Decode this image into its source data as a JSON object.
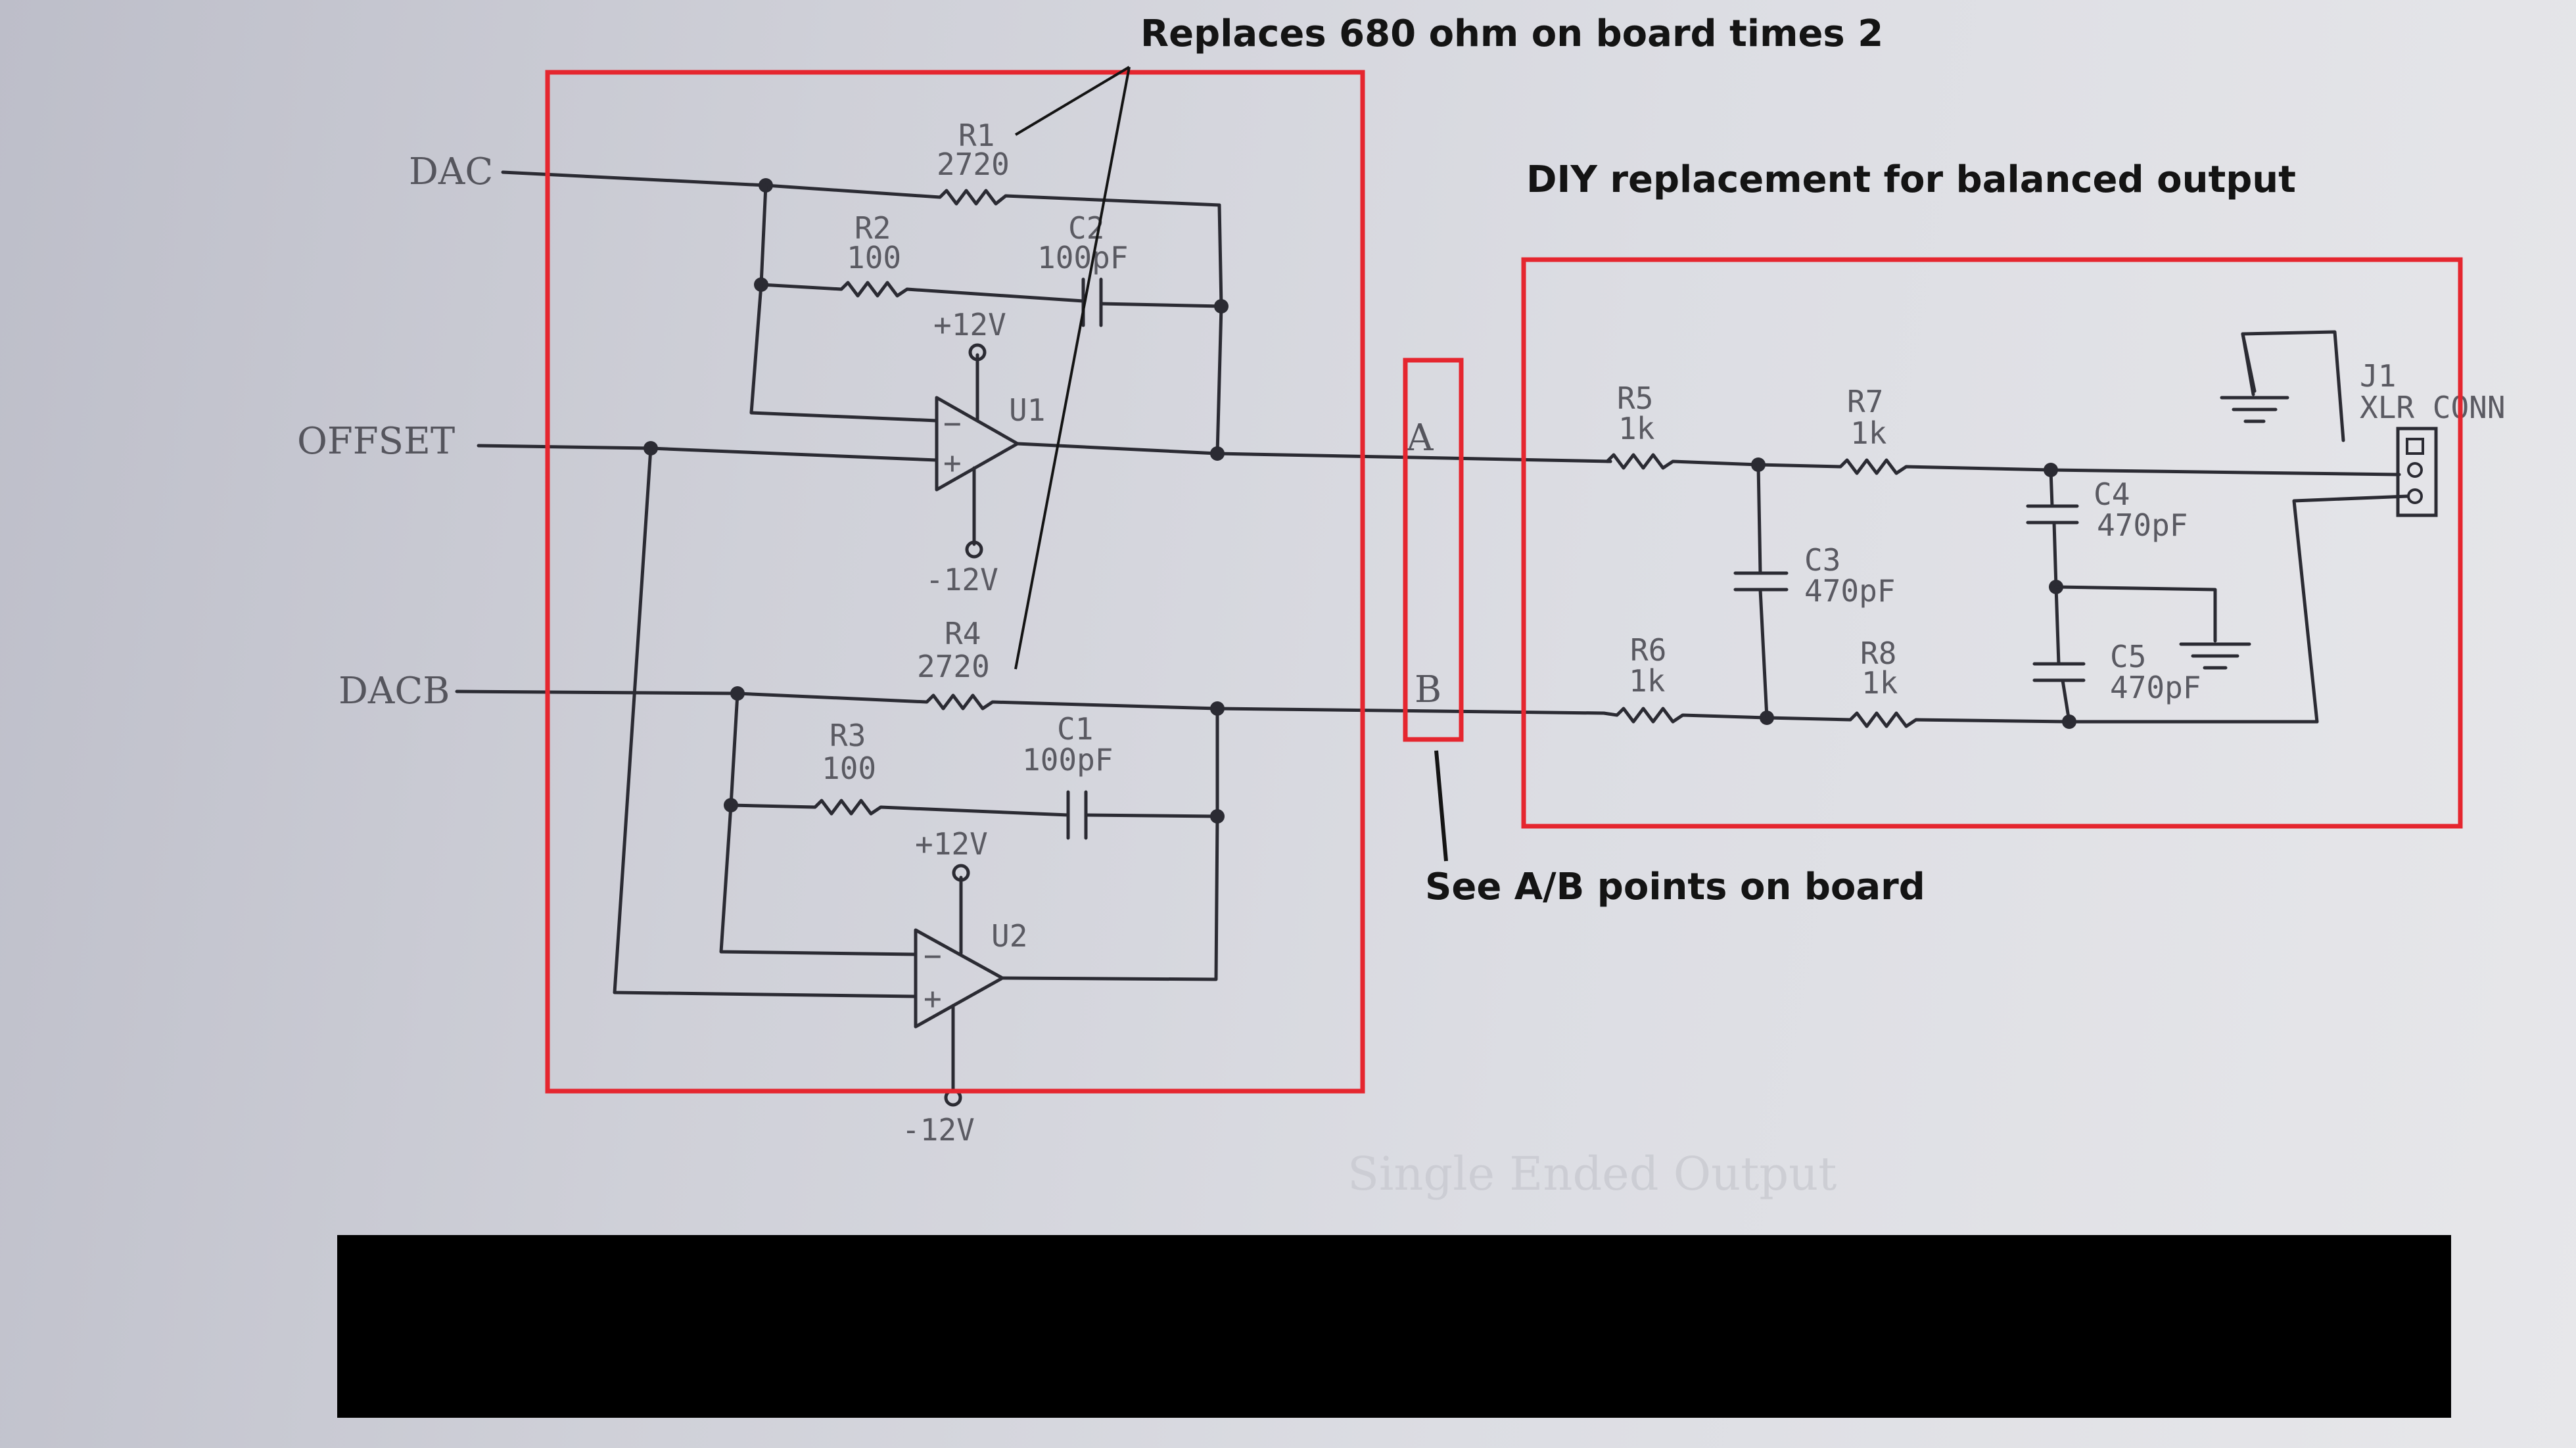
{
  "annotations": {
    "top_note": "Replaces 680 ohm on board times 2",
    "right_note": "DIY replacement for balanced output",
    "bottom_note": "See A/B points on board"
  },
  "ports": {
    "dac": "DAC",
    "offset": "OFFSET",
    "dacb": "DACB",
    "point_a": "A",
    "point_b": "B"
  },
  "components": {
    "r1": {
      "ref": "R1",
      "value": "2720"
    },
    "r2": {
      "ref": "R2",
      "value": "100"
    },
    "c2": {
      "ref": "C2",
      "value": "100pF"
    },
    "u1": {
      "ref": "U1"
    },
    "r4": {
      "ref": "R4",
      "value": "2720"
    },
    "r3": {
      "ref": "R3",
      "value": "100"
    },
    "c1": {
      "ref": "C1",
      "value": "100pF"
    },
    "u2": {
      "ref": "U2"
    },
    "r5": {
      "ref": "R5",
      "value": "1k"
    },
    "r7": {
      "ref": "R7",
      "value": "1k"
    },
    "r6": {
      "ref": "R6",
      "value": "1k"
    },
    "r8": {
      "ref": "R8",
      "value": "1k"
    },
    "c3": {
      "ref": "C3",
      "value": "470pF"
    },
    "c4": {
      "ref": "C4",
      "value": "470pF"
    },
    "c5": {
      "ref": "C5",
      "value": "470pF"
    },
    "j1": {
      "ref": "J1",
      "value": "XLR CONN"
    }
  },
  "supplies": {
    "u1_pos": "+12V",
    "u1_neg": "-12V",
    "u2_pos": "+12V",
    "u2_neg": "-12V"
  },
  "opamp_pins": {
    "minus": "−",
    "plus": "+"
  },
  "faded_text": "Single Ended Output",
  "colors": {
    "annotation_box": "#e5262f",
    "wire": "#2b2b33",
    "redaction": "#000000"
  }
}
